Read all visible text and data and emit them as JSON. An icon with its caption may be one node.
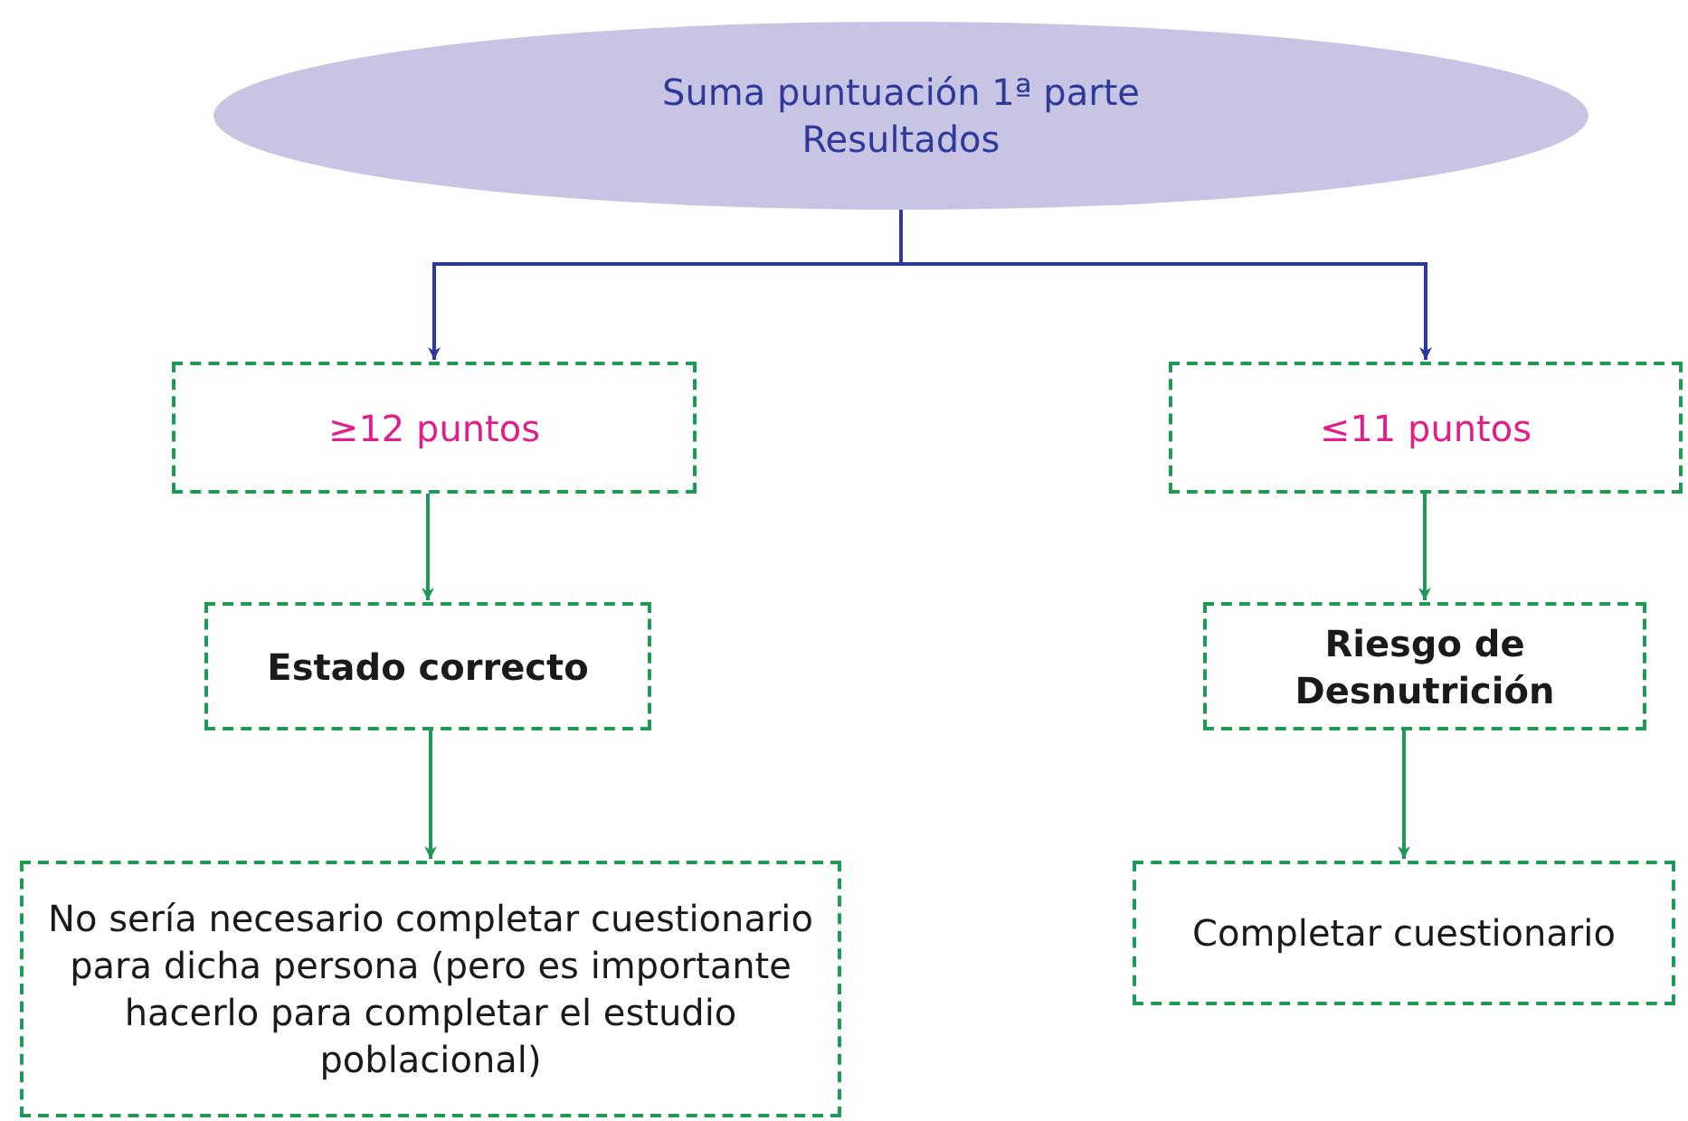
{
  "diagram": {
    "nodes": [
      {
        "text": [
          "Suma puntuación 1ª parte",
          "Resultados"
        ]
      },
      {
        "text": [
          "≥12 puntos"
        ]
      },
      {
        "text": [
          "≤11 puntos"
        ]
      },
      {
        "text": [
          "Estado correcto"
        ]
      },
      {
        "text": [
          "Riesgo de Desnutrición"
        ]
      },
      {
        "text": [
          "No sería necesario completar cuestionario para dicha persona (pero es importante hacerlo para completar el estudio poblacional)"
        ]
      },
      {
        "text": [
          "Completar cuestionario"
        ]
      }
    ],
    "edges": [
      {
        "from": 0,
        "to": 1,
        "arrow": "to",
        "color": "#2e3a9a"
      },
      {
        "from": 0,
        "to": 2,
        "arrow": "to",
        "color": "#2e3a9a"
      },
      {
        "from": 1,
        "to": 3,
        "arrow": "to"
      },
      {
        "from": 2,
        "to": 4,
        "arrow": "to"
      },
      {
        "from": 3,
        "to": 5,
        "arrow": "to"
      },
      {
        "from": 4,
        "to": 6,
        "arrow": "to"
      }
    ]
  }
}
